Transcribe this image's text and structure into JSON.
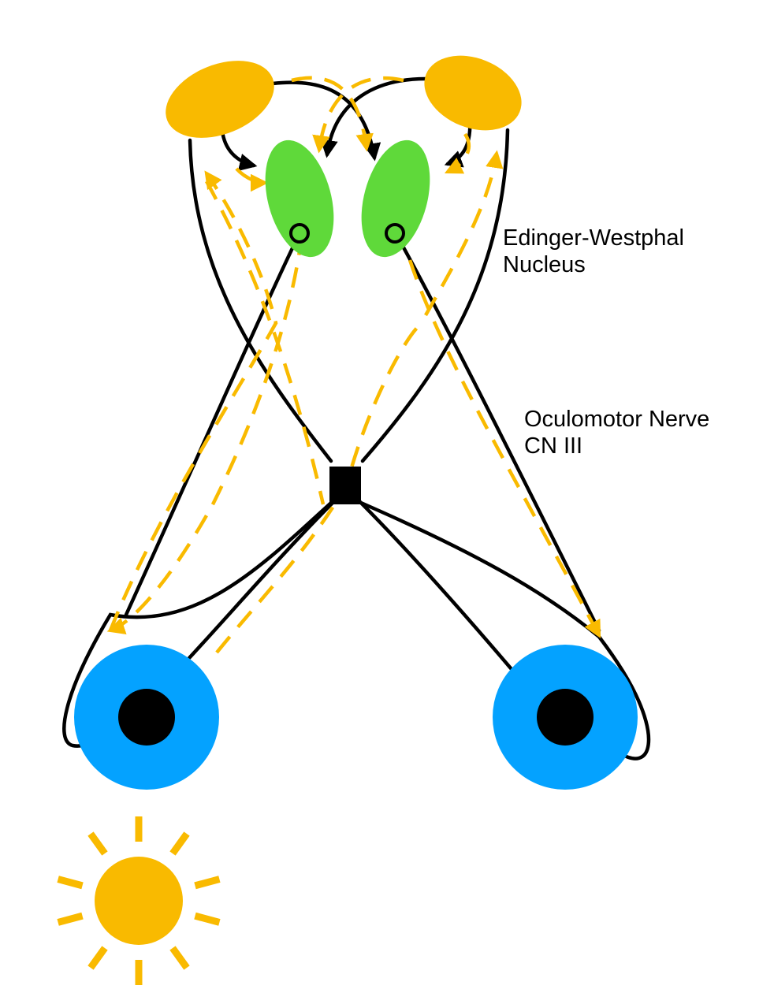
{
  "labels": {
    "edinger_westphal_line1": "Edinger-Westphal",
    "edinger_westphal_line2": "Nucleus",
    "oculomotor_line1": "Oculomotor Nerve",
    "oculomotor_line2": "CN III"
  },
  "icons": {
    "light_source": "sun-icon",
    "eye": "eye-icon",
    "chiasm_node": "square-node-icon"
  },
  "colors": {
    "pretectal_nucleus": "#F9BA00",
    "edinger_westphal_nucleus": "#5FD93A",
    "eye_iris": "#04A2FF",
    "pupil": "#000000",
    "nerve_solid": "#000000",
    "light_pathway_dashed": "#F9BA00",
    "sun": "#F9BA00"
  }
}
